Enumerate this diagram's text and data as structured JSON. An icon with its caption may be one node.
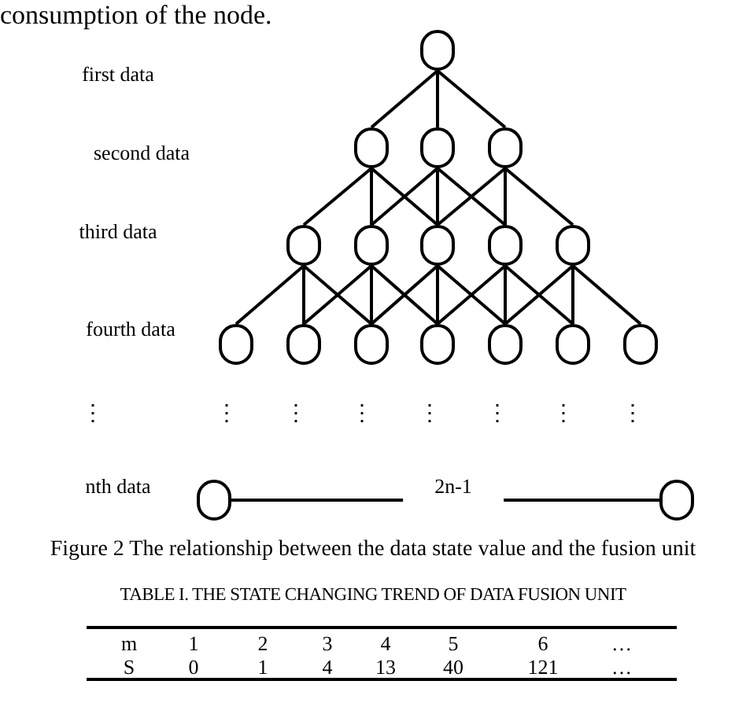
{
  "diagram": {
    "caption": "Figure 2 The relationship between the data state value and the fusion unit",
    "nodes": [
      {
        "text": [],
        "shape": "circle"
      },
      {
        "text": [],
        "shape": "circle"
      },
      {
        "text": [],
        "shape": "circle"
      },
      {
        "text": [],
        "shape": "circle"
      },
      {
        "text": [],
        "shape": "circle"
      },
      {
        "text": [],
        "shape": "circle"
      },
      {
        "text": [],
        "shape": "circle"
      },
      {
        "text": [],
        "shape": "circle"
      },
      {
        "text": [],
        "shape": "circle"
      },
      {
        "text": [],
        "shape": "circle"
      },
      {
        "text": [],
        "shape": "circle"
      },
      {
        "text": [],
        "shape": "circle"
      },
      {
        "text": [],
        "shape": "circle"
      },
      {
        "text": [],
        "shape": "circle"
      },
      {
        "text": [],
        "shape": "circle"
      },
      {
        "text": [],
        "shape": "circle"
      },
      {
        "text": [],
        "shape": "circle"
      },
      {
        "text": [],
        "shape": "circle"
      }
    ],
    "edges": [
      {
        "from": 0,
        "to": 1,
        "arrow": "none"
      },
      {
        "from": 0,
        "to": 2,
        "arrow": "none"
      },
      {
        "from": 0,
        "to": 3,
        "arrow": "none"
      },
      {
        "from": 1,
        "to": 4,
        "arrow": "none"
      },
      {
        "from": 1,
        "to": 5,
        "arrow": "none"
      },
      {
        "from": 1,
        "to": 6,
        "arrow": "none"
      },
      {
        "from": 2,
        "to": 5,
        "arrow": "none"
      },
      {
        "from": 2,
        "to": 6,
        "arrow": "none"
      },
      {
        "from": 2,
        "to": 7,
        "arrow": "none"
      },
      {
        "from": 3,
        "to": 6,
        "arrow": "none"
      },
      {
        "from": 3,
        "to": 7,
        "arrow": "none"
      },
      {
        "from": 3,
        "to": 8,
        "arrow": "none"
      },
      {
        "from": 4,
        "to": 9,
        "arrow": "none"
      },
      {
        "from": 4,
        "to": 10,
        "arrow": "none"
      },
      {
        "from": 4,
        "to": 11,
        "arrow": "none"
      },
      {
        "from": 5,
        "to": 10,
        "arrow": "none"
      },
      {
        "from": 5,
        "to": 11,
        "arrow": "none"
      },
      {
        "from": 5,
        "to": 12,
        "arrow": "none"
      },
      {
        "from": 6,
        "to": 11,
        "arrow": "none"
      },
      {
        "from": 6,
        "to": 12,
        "arrow": "none"
      },
      {
        "from": 6,
        "to": 13,
        "arrow": "none"
      },
      {
        "from": 7,
        "to": 12,
        "arrow": "none"
      },
      {
        "from": 7,
        "to": 13,
        "arrow": "none"
      },
      {
        "from": 7,
        "to": 14,
        "arrow": "none"
      },
      {
        "from": 8,
        "to": 13,
        "arrow": "none"
      },
      {
        "from": 8,
        "to": 14,
        "arrow": "none"
      },
      {
        "from": 8,
        "to": 15,
        "arrow": "none"
      },
      {
        "from": 16,
        "to": 17,
        "arrow": "none",
        "label": "2n-1"
      }
    ],
    "labels": [
      "consumption of the node.",
      "first data",
      "second data",
      "third data",
      "fourth data",
      "⋮",
      "⋮",
      "⋮",
      "⋮",
      "⋮",
      "⋮",
      "⋮",
      "⋮",
      "nth data",
      "TABLE I. THE STATE CHANGING TREND OF DATA FUSION UNIT",
      "m",
      "1",
      "2",
      "3",
      "4",
      "5",
      "6",
      "…",
      "S",
      "0",
      "1",
      "4",
      "13",
      "40",
      "121",
      "…"
    ]
  }
}
